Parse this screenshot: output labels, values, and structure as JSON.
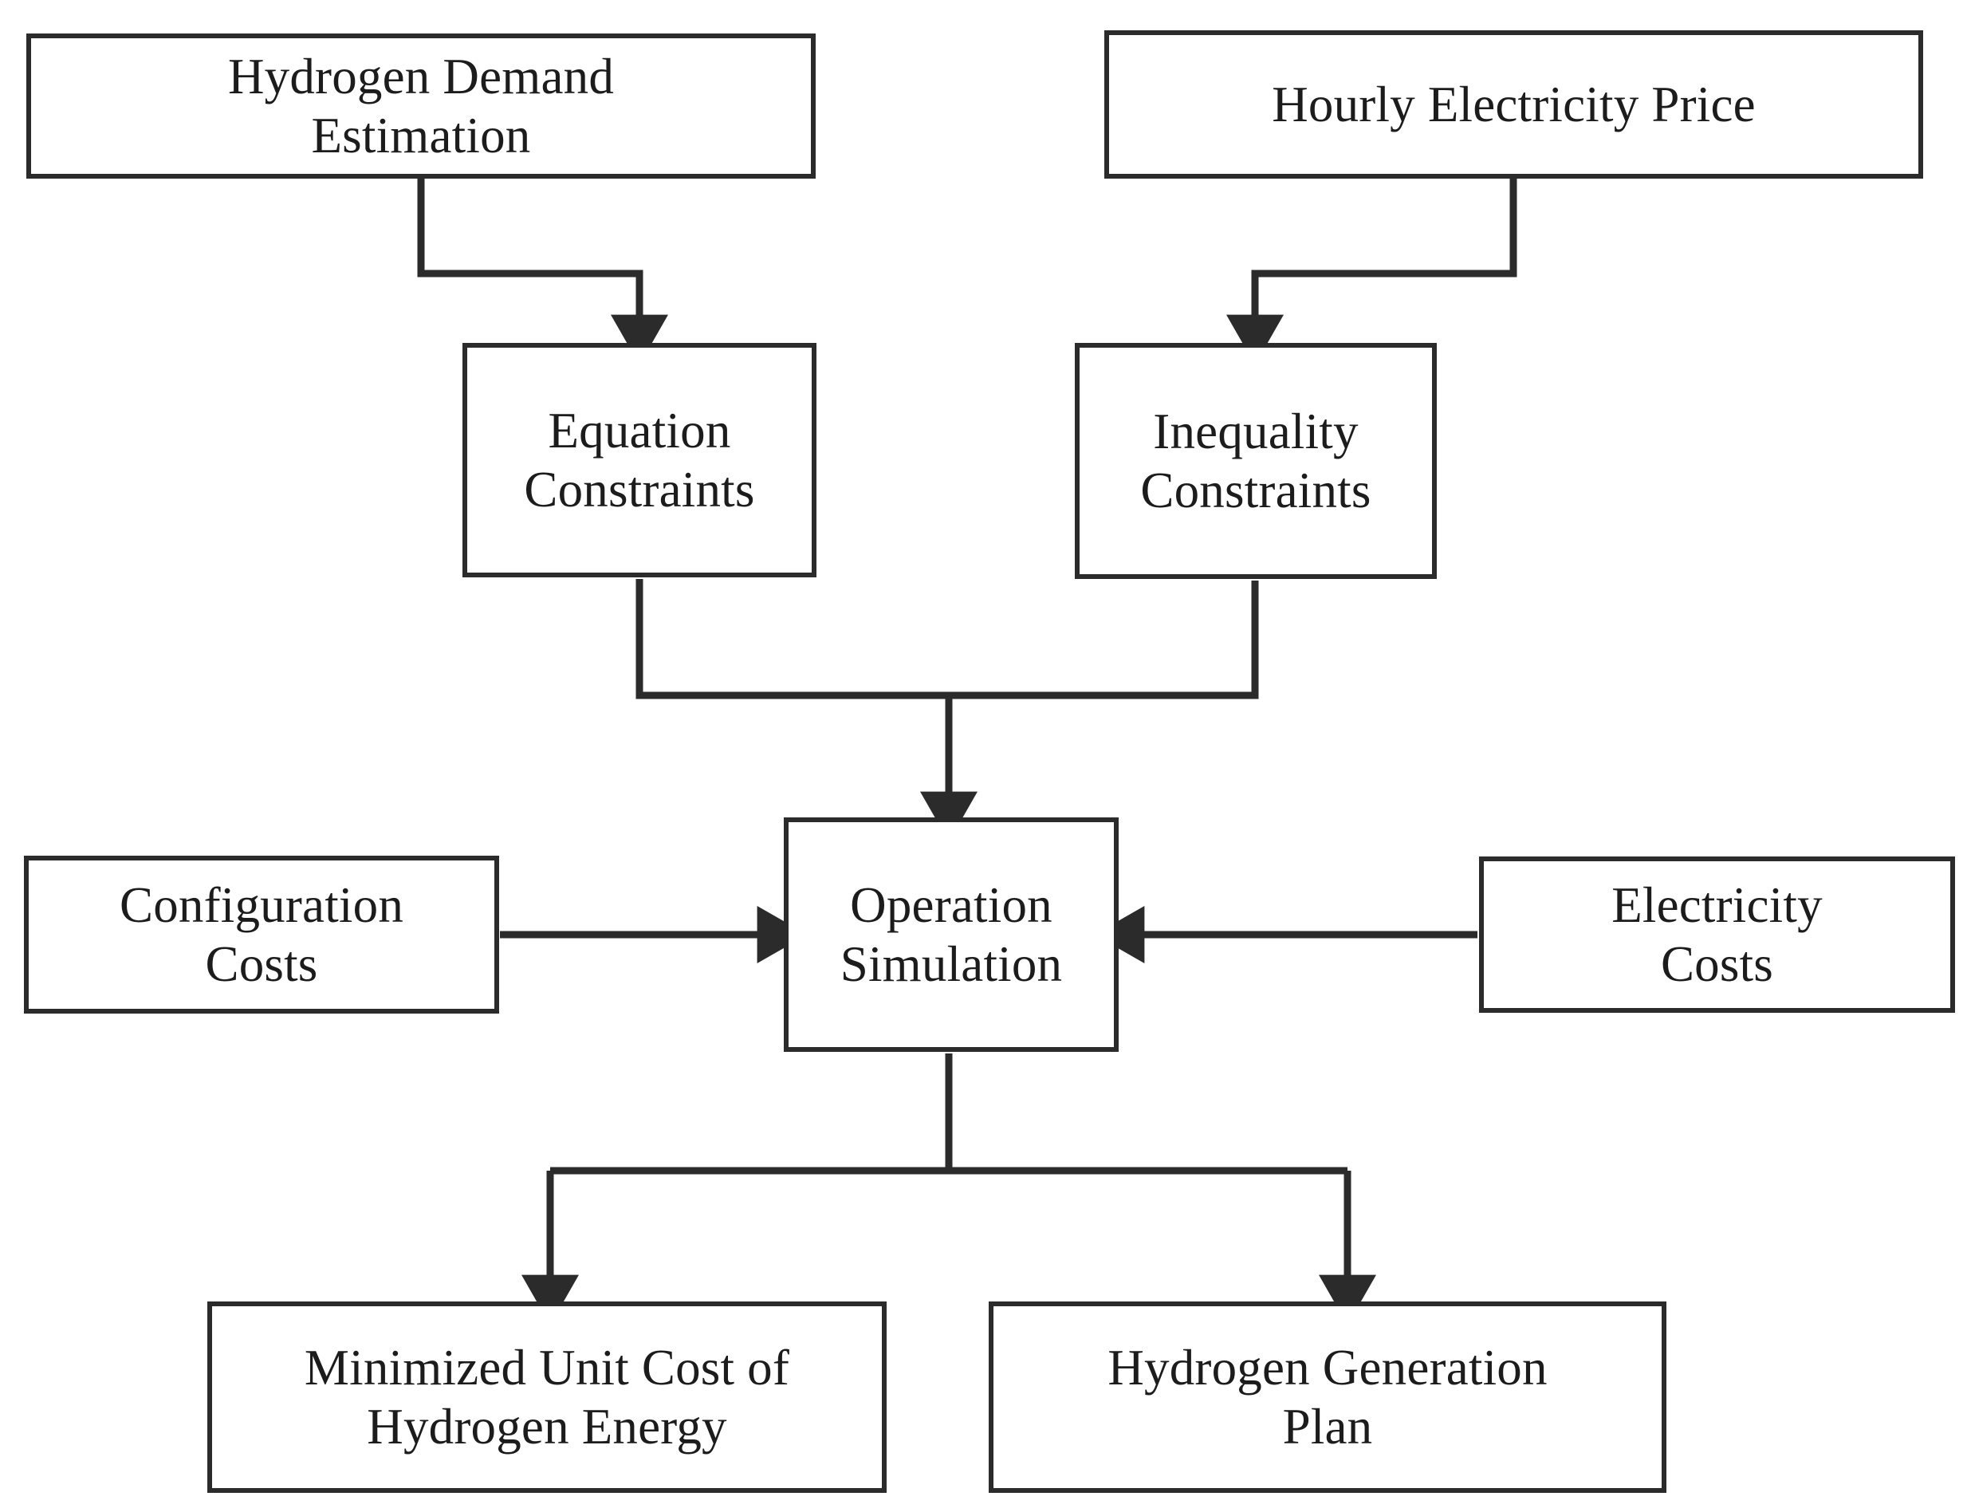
{
  "diagram": {
    "title": "Hydrogen Operation Simulation Flowchart",
    "type": "flowchart",
    "background_color": "#ffffff",
    "line_color": "#2b2b2b",
    "text_color": "#1c1c1c",
    "nodes": [
      {
        "id": "hydrogen-demand",
        "label": "Hydrogen Demand\nEstimation"
      },
      {
        "id": "hourly-price",
        "label": "Hourly Electricity Price"
      },
      {
        "id": "equation-constraints",
        "label": "Equation\nConstraints"
      },
      {
        "id": "inequality-constraints",
        "label": "Inequality\nConstraints"
      },
      {
        "id": "configuration-costs",
        "label": "Configuration\nCosts"
      },
      {
        "id": "operation-simulation",
        "label": "Operation\nSimulation"
      },
      {
        "id": "electricity-costs",
        "label": "Electricity\nCosts"
      },
      {
        "id": "min-unit-cost",
        "label": "Minimized Unit Cost of\nHydrogen Energy"
      },
      {
        "id": "generation-plan",
        "label": "Hydrogen Generation\nPlan"
      }
    ],
    "edges": [
      {
        "from": "hydrogen-demand",
        "to": "equation-constraints",
        "style": "elbow-down-right"
      },
      {
        "from": "hourly-price",
        "to": "inequality-constraints",
        "style": "elbow-down-left"
      },
      {
        "from": "equation-constraints",
        "to": "operation-simulation",
        "style": "merge-down"
      },
      {
        "from": "inequality-constraints",
        "to": "operation-simulation",
        "style": "merge-down"
      },
      {
        "from": "configuration-costs",
        "to": "operation-simulation",
        "style": "straight-right"
      },
      {
        "from": "electricity-costs",
        "to": "operation-simulation",
        "style": "straight-left"
      },
      {
        "from": "operation-simulation",
        "to": "min-unit-cost",
        "style": "split-down-left"
      },
      {
        "from": "operation-simulation",
        "to": "generation-plan",
        "style": "split-down-right"
      }
    ]
  }
}
